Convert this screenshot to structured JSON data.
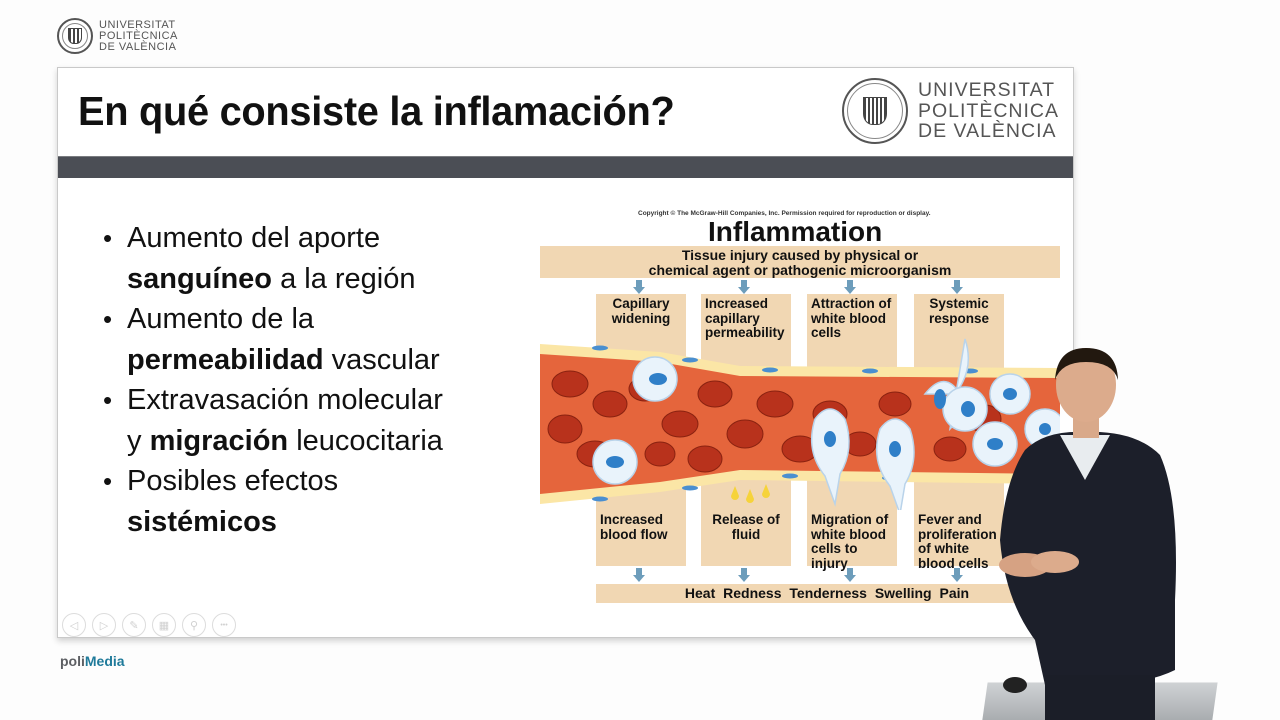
{
  "branding": {
    "institution_lines": [
      "UNIVERSITAT",
      "POLITÈCNICA",
      "DE VALÈNCIA"
    ],
    "player_brand_prefix": "poli",
    "player_brand_suffix": "Media",
    "accent_color": "#1f7a9a"
  },
  "slide": {
    "title": "En qué consiste la inflamación?",
    "title_bar_color": "#4b4e55",
    "bullets": [
      {
        "line1": "Aumento del aporte",
        "bold": "sanguíneo",
        "rest": " a la región"
      },
      {
        "line1": "Aumento de la",
        "bold": "permeabilidad",
        "rest": " vascular"
      },
      {
        "line1": "Extravasación molecular",
        "pre": "y ",
        "bold": "migración",
        "rest": " leucocitaria"
      },
      {
        "line1": "Posibles efectos",
        "bold": "sistémicos",
        "rest": ""
      }
    ]
  },
  "figure": {
    "copyright": "Copyright © The McGraw-Hill Companies, Inc. Permission required for reproduction or display.",
    "title": "Inflammation",
    "top_banner_line1": "Tissue injury caused by physical or",
    "top_banner_line2": "chemical agent or pathogenic microorganism",
    "upper_boxes": [
      "Capillary widening",
      "Increased capillary permeability",
      "Attraction of white blood cells",
      "Systemic response"
    ],
    "lower_boxes": [
      "Increased blood flow",
      "Release of fluid",
      "Migration of white blood cells to injury",
      "Fever and proliferation of white blood cells"
    ],
    "signs": "Heat  Redness  Tenderness  Swelling  Pain",
    "tan_color": "#f1d7b3",
    "arrow_color": "#6d9dbb"
  },
  "controls": [
    {
      "name": "previous-slide",
      "glyph": "◁"
    },
    {
      "name": "next-slide",
      "glyph": "▷"
    },
    {
      "name": "pen",
      "glyph": "✎"
    },
    {
      "name": "slides-grid",
      "glyph": "▦"
    },
    {
      "name": "zoom",
      "glyph": "⚲"
    },
    {
      "name": "more",
      "glyph": "•••"
    }
  ]
}
